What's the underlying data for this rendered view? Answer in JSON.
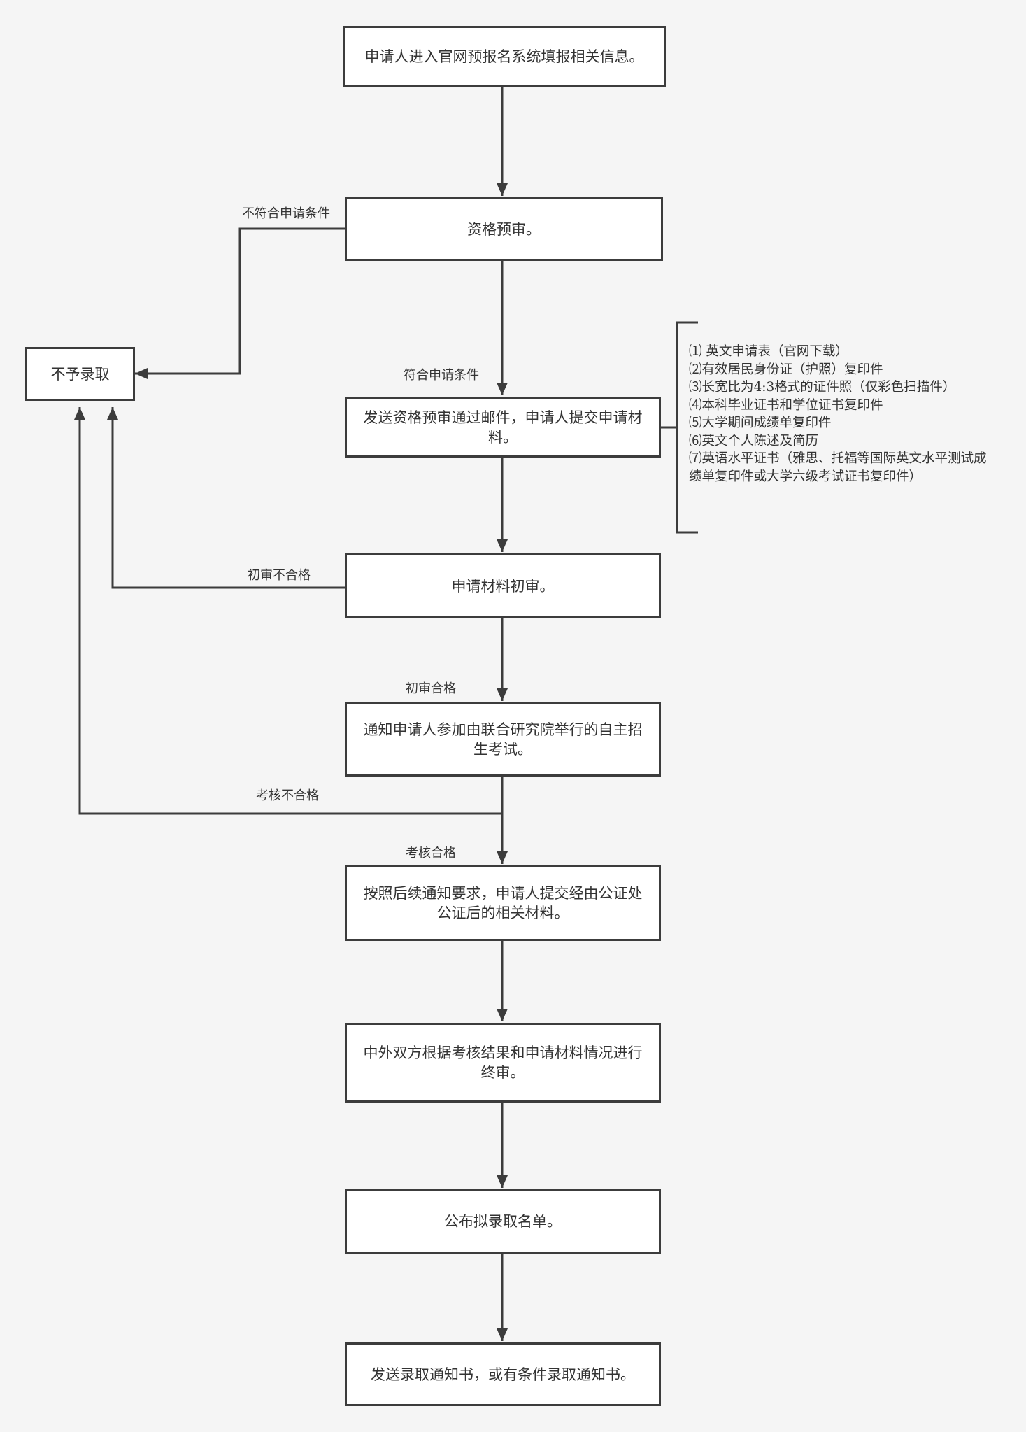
{
  "nodes": {
    "n1": "申请人进入官网预报名系统填报相关信息。",
    "n2": "资格预审。",
    "reject": "不予录取",
    "n3": "发送资格预审通过邮件，申请人提交申请材料。",
    "n4": "申请材料初审。",
    "n5": "通知申请人参加由联合研究院举行的自主招生考试。",
    "n6": "按照后续通知要求，申请人提交经由公证处公证后的相关材料。",
    "n7": "中外双方根据考核结果和申请材料情况进行终审。",
    "n8": "公布拟录取名单。",
    "n9": "发送录取通知书，或有条件录取通知书。"
  },
  "edge_labels": {
    "not_qualified": "不符合申请条件",
    "qualified": "符合申请条件",
    "first_review_fail": "初审不合格",
    "first_review_pass": "初审合格",
    "exam_fail": "考核不合格",
    "exam_pass": "考核合格"
  },
  "materials": [
    "⑴ 英文申请表（官网下载）",
    "⑵有效居民身份证（护照）复印件",
    "⑶长宽比为4:3格式的证件照（仅彩色扫描件）",
    "⑷本科毕业证书和学位证书复印件",
    "⑸大学期间成绩单复印件",
    "⑹英文个人陈述及简历",
    "⑺英语水平证书（雅思、托福等国际英文水平测试成绩单复印件或大学六级考试证书复印件）"
  ],
  "colors": {
    "background": "#f5f5f5",
    "box_fill": "#ffffff",
    "stroke": "#3c3c3c",
    "text": "#333333"
  }
}
